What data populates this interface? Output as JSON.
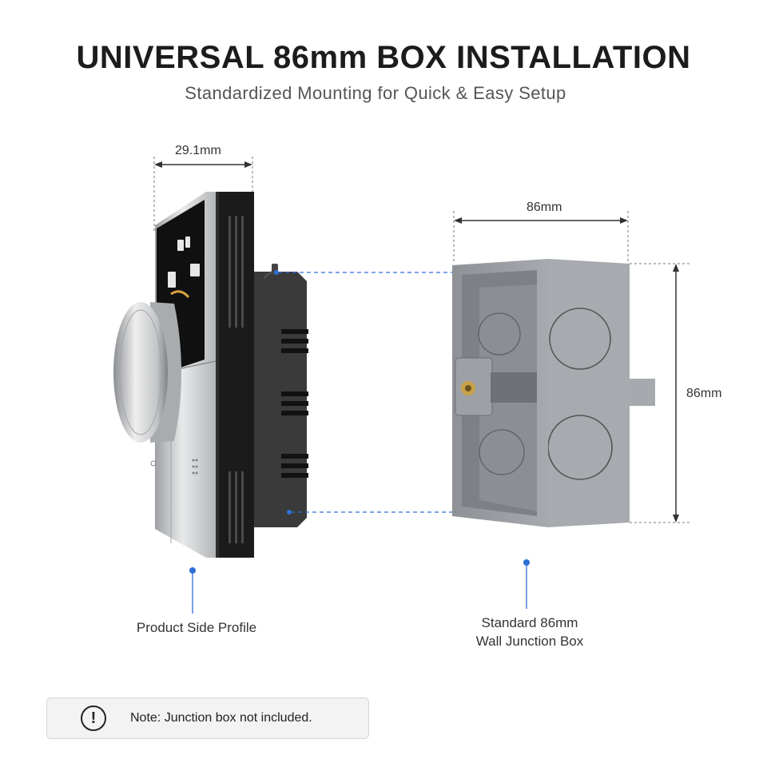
{
  "header": {
    "title": "UNIVERSAL 86mm BOX INSTALLATION",
    "subtitle": "Standardized Mounting for Quick & Easy Setup"
  },
  "dimensions": {
    "depth": "29.1mm",
    "box_width": "86mm",
    "box_height": "86mm"
  },
  "captions": {
    "product": "Product Side Profile",
    "box_line1": "Standard 86mm",
    "box_line2": "Wall Junction Box"
  },
  "note": {
    "icon": "!",
    "text": "Note: Junction box not included."
  },
  "colors": {
    "accent_blue": "#2f6fd6",
    "box_grey": "#9a9da2",
    "panel_black": "#1b1b1b",
    "silver": "#c9cbcd"
  }
}
